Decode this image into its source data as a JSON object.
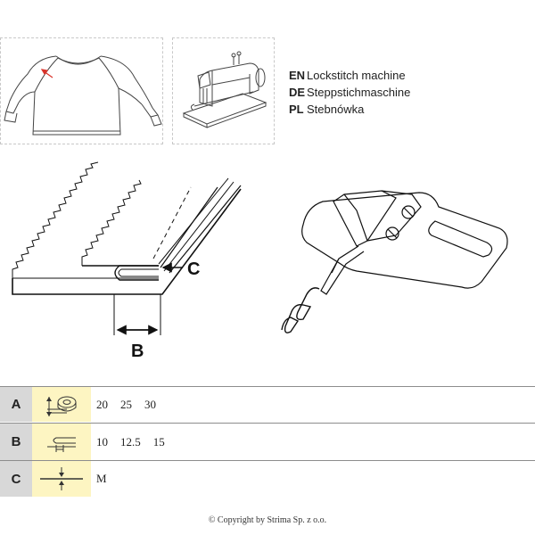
{
  "languages": [
    {
      "code": "EN",
      "text": "Lockstitch machine"
    },
    {
      "code": "DE",
      "text": "Steppstichmaschine"
    },
    {
      "code": "PL",
      "text": "Stebnówka"
    }
  ],
  "diagram": {
    "label_c": "C",
    "label_b": "B"
  },
  "specs": [
    {
      "letter": "A",
      "icon": "tape-width-icon",
      "values": [
        "20",
        "25",
        "30"
      ]
    },
    {
      "letter": "B",
      "icon": "fold-width-icon",
      "values": [
        "10",
        "12.5",
        "15"
      ]
    },
    {
      "letter": "C",
      "icon": "material-thickness-icon",
      "values": [
        "M"
      ]
    }
  ],
  "copyright": "© Copyright by Strima Sp. z o.o.",
  "colors": {
    "letter_bg": "#d8d8d8",
    "icon_bg": "#fdf5c2",
    "arrow": "#d9342b"
  }
}
